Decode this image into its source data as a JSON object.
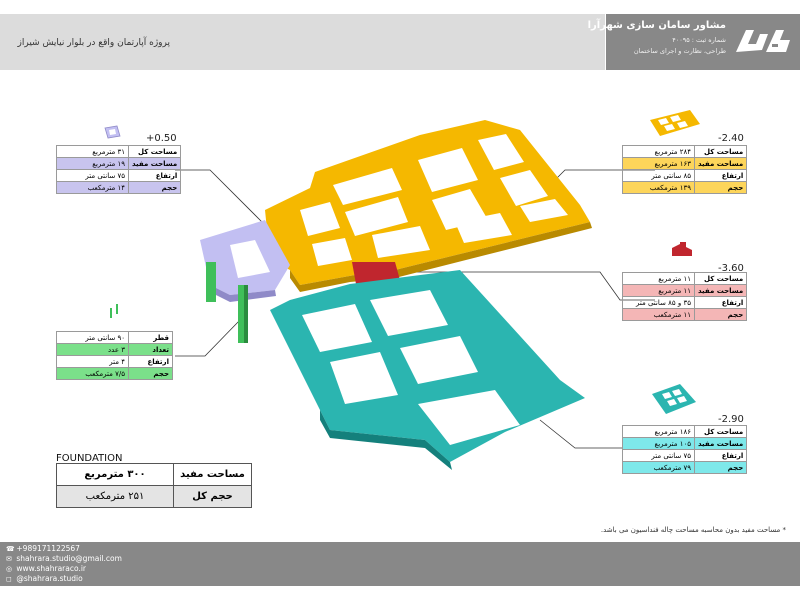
{
  "header": {
    "project_title": "پروژه آپارتمان واقع در بلوار نیایش شیراز",
    "brand_name": "مشاور سامان سازی شهرآرا",
    "brand_reg": "شماره ثبت : ۴۰۰۹۵",
    "brand_sub": "طراحی، نظارت و اجرای ساختمان",
    "logo_icon": "shahrara-logo-icon"
  },
  "levels": {
    "pos050": {
      "level": "+0.50",
      "rows": [
        {
          "key": "مساحت کل",
          "value": "۳۱ مترمربع"
        },
        {
          "key": "مساحت مفید",
          "value": "۱۹ مترمربع"
        },
        {
          "key": "ارتفاع",
          "value": "۷۵ سانتی متر"
        },
        {
          "key": "حجم",
          "value": "۱۴ مترمکعب"
        }
      ],
      "color": "#c8c4ee"
    },
    "piles": {
      "rows": [
        {
          "key": "قطر",
          "value": "۹۰ سانتی متر"
        },
        {
          "key": "تعداد",
          "value": "۳ عدد"
        },
        {
          "key": "ارتفاع",
          "value": "۴ متر"
        },
        {
          "key": "حجم",
          "value": "۷/۵ مترمکعب"
        }
      ],
      "color": "#7be08a"
    },
    "neg240": {
      "level": "-2.40",
      "rows": [
        {
          "key": "مساحت کل",
          "value": "۲۸۴ مترمربع"
        },
        {
          "key": "مساحت مفید",
          "value": "۱۶۳ مترمربع"
        },
        {
          "key": "ارتفاع",
          "value": "۸۵ سانتی متر"
        },
        {
          "key": "حجم",
          "value": "۱۳۹ مترمکعب"
        }
      ],
      "color": "#fdd55a"
    },
    "neg360": {
      "level": "-3.60",
      "rows": [
        {
          "key": "مساحت کل",
          "value": "۱۱ مترمربع"
        },
        {
          "key": "مساحت مفید",
          "value": "۱۱ مترمربع"
        },
        {
          "key": "ارتفاع",
          "value": "۳۵ و ۸۵ سانتی متر"
        },
        {
          "key": "حجم",
          "value": "۱۱ مترمکعب"
        }
      ],
      "color": "#f4b6b6"
    },
    "neg290": {
      "level": "-2.90",
      "rows": [
        {
          "key": "مساحت کل",
          "value": "۱۸۶ مترمربع"
        },
        {
          "key": "مساحت مفید",
          "value": "۱۰۵ مترمربع"
        },
        {
          "key": "ارتفاع",
          "value": "۷۵ سانتی متر"
        },
        {
          "key": "حجم",
          "value": "۷۹ مترمکعب"
        }
      ],
      "color": "#7ee8ea"
    }
  },
  "foundation": {
    "label": "FOUNDATION",
    "rows": [
      {
        "key": "مساحت مفید",
        "value": "۳۰۰ مترمربع"
      },
      {
        "key": "حجم کل",
        "value": "۲۵۱ مترمکعب"
      }
    ]
  },
  "note": "* مساحت مفید بدون محاسبه مساحت چاله فنداسیون می باشد.",
  "contacts": [
    {
      "icon": "phone-icon",
      "text": "+989171122567"
    },
    {
      "icon": "email-icon",
      "text": "shahrara.studio@gmail.com"
    },
    {
      "icon": "globe-icon",
      "text": "www.shahraraco.ir"
    },
    {
      "icon": "instagram-icon",
      "text": "@shahrara.studio"
    }
  ],
  "colors": {
    "yellow": "#f5b800",
    "teal": "#2bb5b0",
    "lavender": "#c2bff2",
    "green": "#3fbf5a",
    "red": "#c0262e"
  }
}
